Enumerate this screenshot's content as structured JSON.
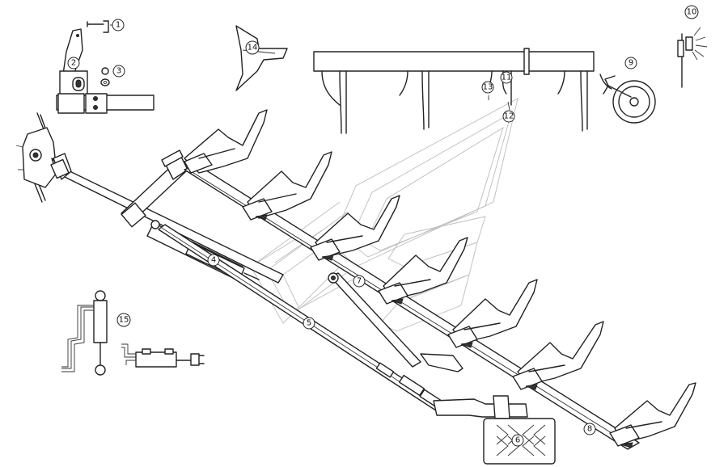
{
  "callouts": [
    {
      "id": "c1",
      "label": "1"
    },
    {
      "id": "c2",
      "label": "2"
    },
    {
      "id": "c3",
      "label": "3"
    },
    {
      "id": "c4",
      "label": "4"
    },
    {
      "id": "c5",
      "label": "5"
    },
    {
      "id": "c6",
      "label": "6"
    },
    {
      "id": "c7",
      "label": "7"
    },
    {
      "id": "c8",
      "label": "8"
    },
    {
      "id": "c9",
      "label": "9"
    },
    {
      "id": "c10",
      "label": "10"
    },
    {
      "id": "c11",
      "label": "11"
    },
    {
      "id": "c12",
      "label": "12"
    },
    {
      "id": "c13",
      "label": "13"
    },
    {
      "id": "c14",
      "label": "14"
    },
    {
      "id": "c15",
      "label": "15"
    }
  ],
  "colors": {
    "line": "#222222",
    "ghost": "#bdbdbd",
    "background": "#ffffff"
  }
}
